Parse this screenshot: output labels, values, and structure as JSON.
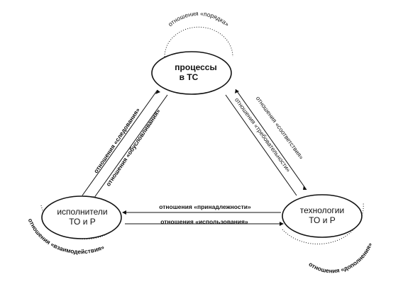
{
  "nodes": {
    "processes": {
      "line1": "процессы",
      "line2": "в ТС"
    },
    "executors": {
      "line1": "исполнители",
      "line2": "ТО и Р"
    },
    "technologies": {
      "line1": "технологии",
      "line2": "ТО и Р"
    }
  },
  "relations": {
    "order": "отношения «порядка»",
    "following": "отношения «следования»",
    "conditioning": "отношения «обусловливания»",
    "correspondence": "отношения «соответствия»",
    "demand": "отношения «требовательности»",
    "belonging": "отношения «принадлежности»",
    "usage": "отношения «использования»",
    "interaction": "отношения «взаимодействия»",
    "complement": "отношения «дополнения»"
  }
}
